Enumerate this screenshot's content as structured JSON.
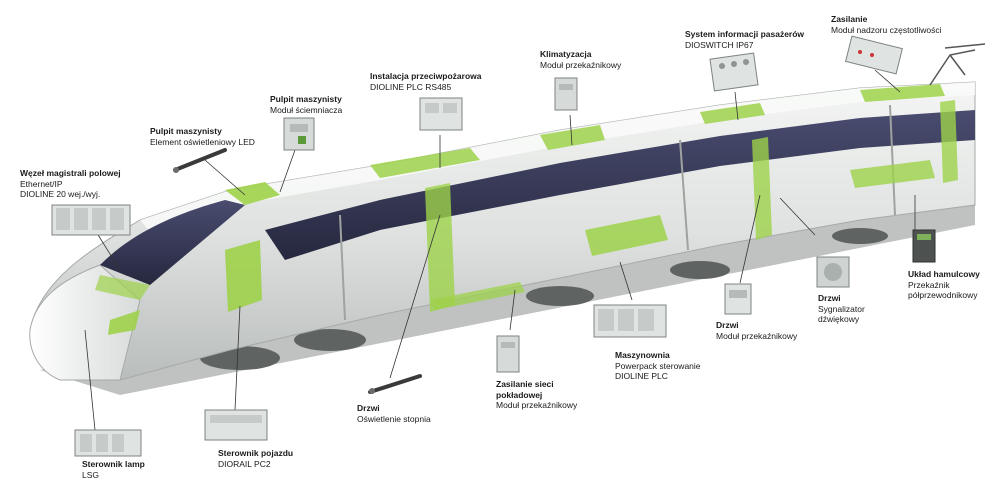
{
  "colors": {
    "accent_green": "#9ed24a",
    "train_body": "#e8ebe8",
    "window_band": "#35375a",
    "leader_line": "#333333",
    "background": "#ffffff"
  },
  "callouts": {
    "wezel": {
      "title": "Węzeł magistrali polowej",
      "line1": "Ethernet/IP",
      "line2": "DIOLINE 20 wej./wyj."
    },
    "pulpit_led": {
      "title": "Pulpit maszynisty",
      "line1": "Element oświetleniowy LED"
    },
    "pulpit_sciem": {
      "title": "Pulpit maszynisty",
      "line1": "Moduł ściemniacza"
    },
    "instalacja": {
      "title": "Instalacja przeciwpożarowa",
      "line1": "DIOLINE PLC RS485"
    },
    "klimatyzacja": {
      "title": "Klimatyzacja",
      "line1": "Moduł przekaźnikowy"
    },
    "system_info": {
      "title": "System informacji pasażerów",
      "line1": "DIOSWITCH IP67"
    },
    "zasilanie": {
      "title": "Zasilanie",
      "line1": "Moduł nadzoru częstotliwości"
    },
    "uklad_ham": {
      "title": "Układ hamulcowy",
      "line1": "Przekaźnik",
      "line2": "półprzewodnikowy"
    },
    "drzwi_syg": {
      "title": "Drzwi",
      "line1": "Sygnalizator",
      "line2": "dźwiękowy"
    },
    "drzwi_mod": {
      "title": "Drzwi",
      "line1": "Moduł przekaźnikowy"
    },
    "maszynownia": {
      "title": "Maszynownia",
      "line1": "Powerpack sterowanie",
      "line2": "DIOLINE PLC"
    },
    "zasilanie_sieci": {
      "title": "Zasilanie sieci",
      "title2": "pokładowej",
      "line1": "Moduł przekaźnikowy"
    },
    "drzwi_stop": {
      "title": "Drzwi",
      "line1": "Oświetlenie stopnia"
    },
    "sterownik_poj": {
      "title": "Sterownik pojazdu",
      "line1": "DIORAIL PC2"
    },
    "sterownik_lamp": {
      "title": "Sterownik lamp",
      "line1": "LSG"
    }
  }
}
